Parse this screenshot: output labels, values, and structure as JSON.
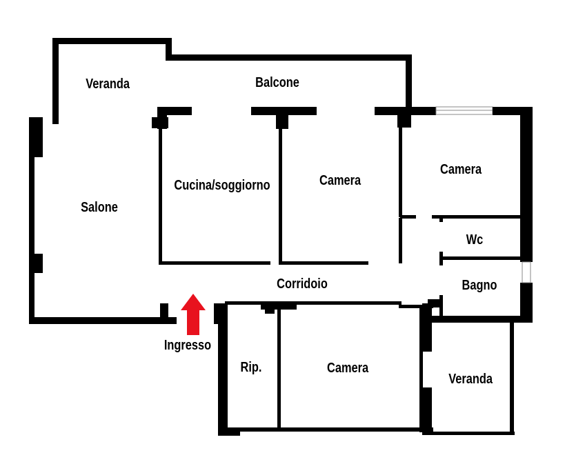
{
  "rooms": {
    "veranda_top": "Veranda",
    "balcone": "Balcone",
    "salone": "Salone",
    "cucina_soggiorno": "Cucina/soggiorno",
    "camera_center": "Camera",
    "camera_right": "Camera",
    "wc": "Wc",
    "bagno": "Bagno",
    "corridoio": "Corridoio",
    "ripostiglio": "Rip.",
    "camera_bottom": "Camera",
    "veranda_bottom": "Veranda"
  },
  "entrance": {
    "label": "Ingresso",
    "arrow_color": "#e8121e"
  },
  "colors": {
    "wall": "#000000",
    "background": "#ffffff"
  }
}
